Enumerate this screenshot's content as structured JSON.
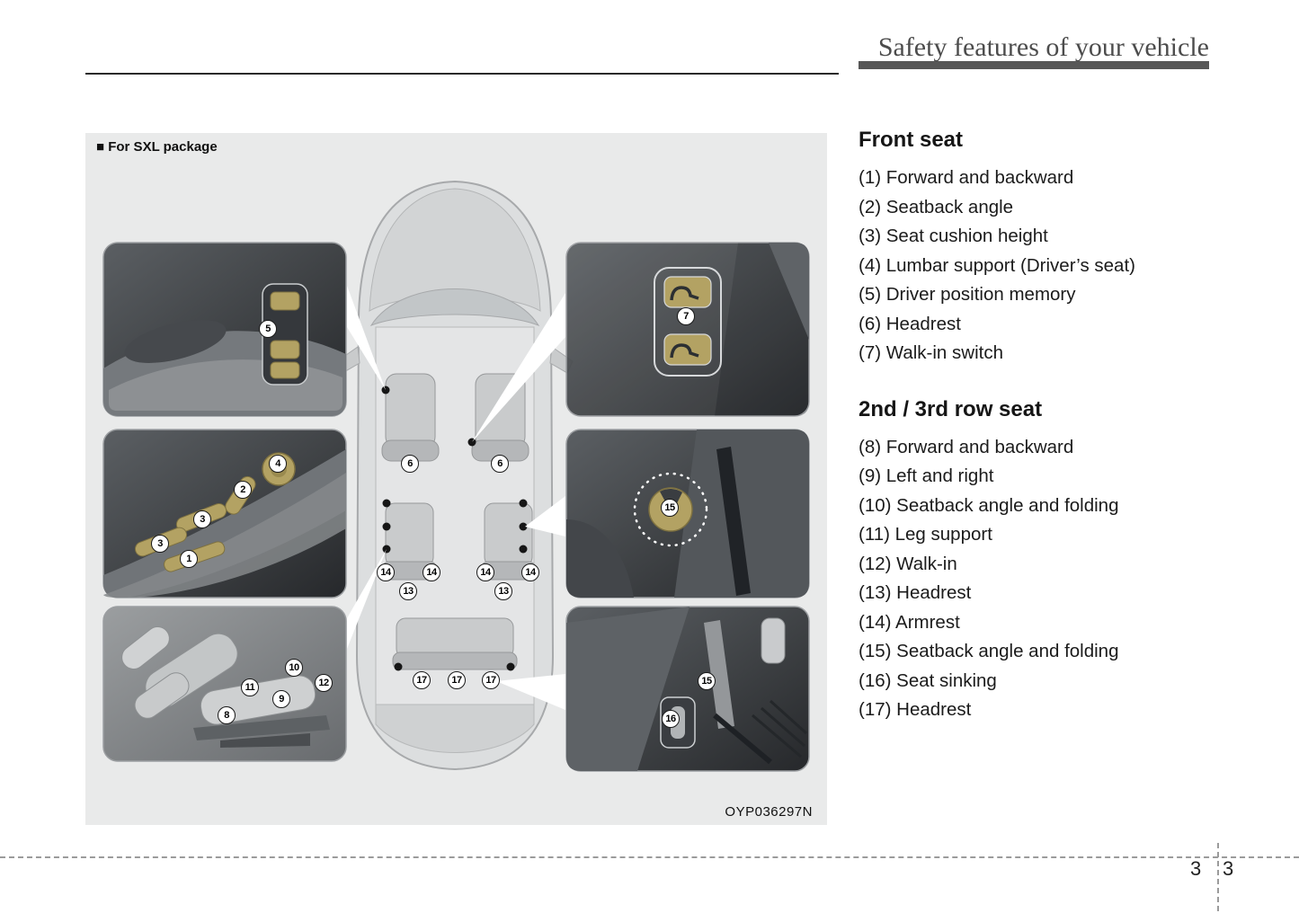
{
  "header": {
    "title": "Safety features of your vehicle"
  },
  "figure": {
    "package_label": "■ For SXL package",
    "code": "OYP036297N"
  },
  "sections": {
    "front_seat": {
      "heading": "Front seat",
      "items": [
        "(1) Forward and backward",
        "(2) Seatback angle",
        "(3) Seat cushion height",
        "(4) Lumbar support (Driver’s seat)",
        "(5) Driver position memory",
        "(6) Headrest",
        "(7) Walk-in switch"
      ]
    },
    "row23_seat": {
      "heading": "2nd / 3rd row seat",
      "items": [
        "(8) Forward and backward",
        "(9) Left and right",
        "(10) Seatback angle and folding",
        "(11) Leg support",
        "(12) Walk-in",
        "(13) Headrest",
        "(14) Armrest",
        "(15) Seatback angle and folding",
        "(16) Seat sinking",
        "(17) Headrest"
      ]
    }
  },
  "markers": {
    "m1": "1",
    "m2": "2",
    "m3a": "3",
    "m3b": "3",
    "m4": "4",
    "m5": "5",
    "m6a": "6",
    "m6b": "6",
    "m7": "7",
    "m8": "8",
    "m9": "9",
    "m10": "10",
    "m11": "11",
    "m12": "12",
    "m13a": "13",
    "m13b": "13",
    "m14a": "14",
    "m14b": "14",
    "m14c": "14",
    "m14d": "14",
    "m15a": "15",
    "m15b": "15",
    "m16": "16",
    "m17a": "17",
    "m17b": "17",
    "m17c": "17"
  },
  "footer": {
    "chapter": "3",
    "page": "3"
  },
  "colors": {
    "panel_background": "#e9eaea",
    "header_accent_bar": "#575757",
    "control_gold": "#b3a263",
    "callout_dark": "#3e4144"
  }
}
